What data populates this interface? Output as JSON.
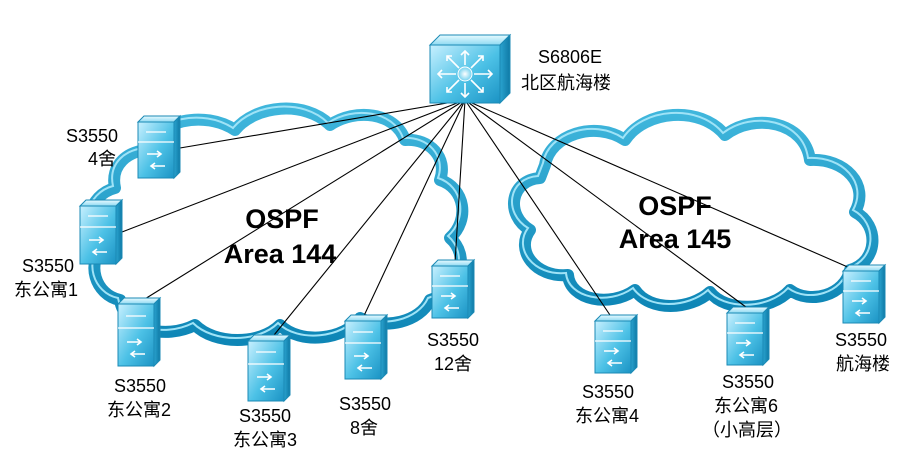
{
  "core": {
    "model": "S6806E",
    "location": "北区航海楼"
  },
  "areas": [
    {
      "name": "OSPF",
      "number": "Area 144"
    },
    {
      "name": "OSPF",
      "number": "Area 145"
    }
  ],
  "switches": [
    {
      "model": "S3550",
      "location": "4舍"
    },
    {
      "model": "S3550",
      "location": "东公寓1"
    },
    {
      "model": "S3550",
      "location": "东公寓2"
    },
    {
      "model": "S3550",
      "location": "东公寓3"
    },
    {
      "model": "S3550",
      "location": "8舍"
    },
    {
      "model": "S3550",
      "location": "12舍"
    },
    {
      "model": "S3550",
      "location": "东公寓4"
    },
    {
      "model": "S3550",
      "location": "东公寓6",
      "note": "（小高层）"
    },
    {
      "model": "S3550",
      "location": "航海楼"
    }
  ]
}
